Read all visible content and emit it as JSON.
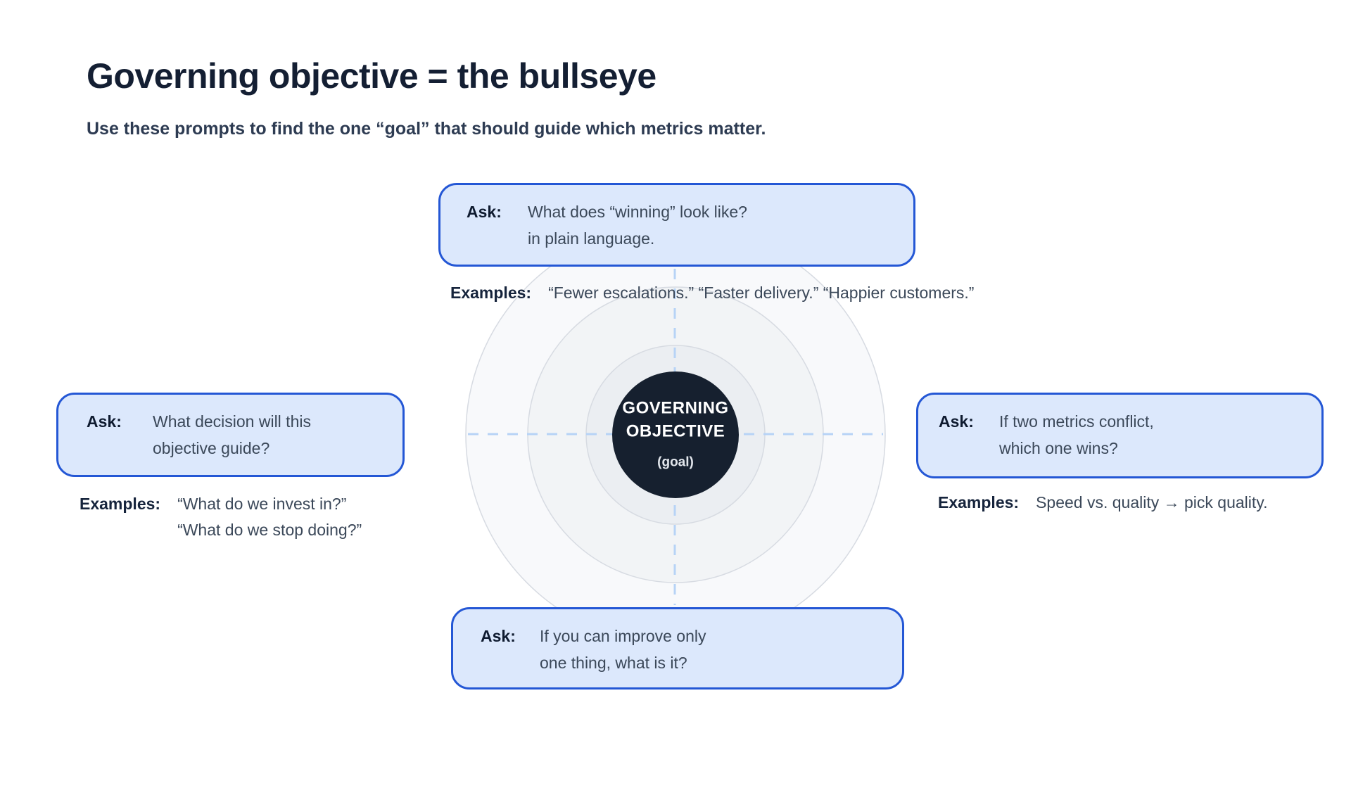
{
  "page": {
    "title": "Governing objective = the bullseye",
    "subtitle": "Use these prompts to find the one “goal” that should guide which metrics matter."
  },
  "labels": {
    "ask": "Ask:",
    "examples": "Examples:"
  },
  "bullseye": {
    "line1": "GOVERNING",
    "line2": "OBJECTIVE",
    "sub": "(goal)"
  },
  "prompts": {
    "top": {
      "lines": [
        "What does “winning” look like?",
        "in plain language."
      ],
      "examples": "“Fewer escalations.” “Faster delivery.” “Happier customers.”"
    },
    "left": {
      "lines": [
        "What decision will this",
        "objective guide?"
      ],
      "examples_lines": [
        "“What do we invest in?”",
        "“What do we stop doing?”"
      ]
    },
    "right": {
      "lines": [
        "If two metrics conflict,",
        "which one wins?"
      ],
      "examples": "Speed vs. quality → pick quality."
    },
    "bottom": {
      "lines": [
        "If you can improve only",
        "one thing, what is it?"
      ]
    }
  },
  "colors": {
    "title_text": "#141f33",
    "body_text": "#3b4859",
    "box_fill": "#dce8fc",
    "box_border": "#2457d5",
    "dash_line": "#b7d3f6",
    "core_fill": "#16202f",
    "ring_stroke": "#d7dbe2",
    "ring_fill_outer": "#f8f9fb",
    "ring_fill_mid": "#f2f4f6",
    "ring_fill_inner": "#ebeef2"
  }
}
